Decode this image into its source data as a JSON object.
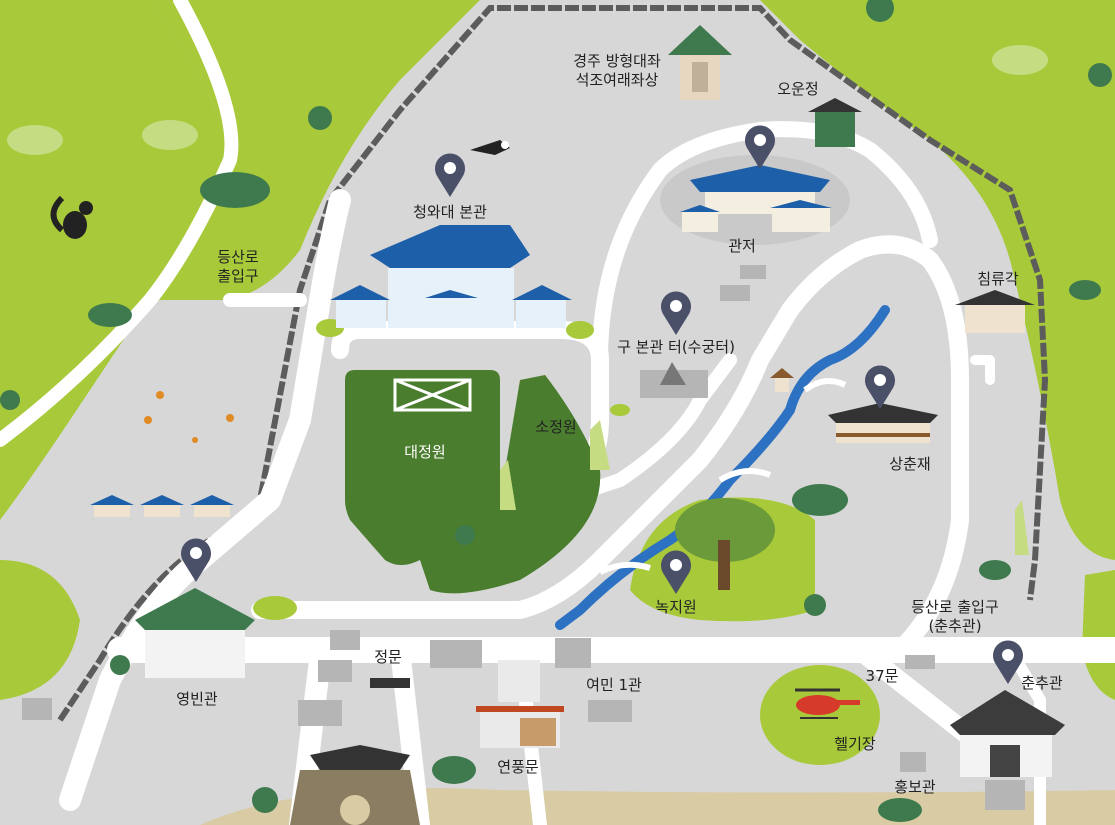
{
  "map": {
    "colors": {
      "grass": "#a8c93a",
      "garden": "#4a7d2e",
      "ground": "#d7d7d7",
      "road": "#ffffff",
      "wall": "#5c5c5c",
      "water": "#2d71c2",
      "pin": "#4a5068",
      "roof_blue": "#1d5fa8",
      "roof_green": "#3f7a4e",
      "roof_dark": "#3c3c3c",
      "sand": "#d9cba4"
    },
    "labels": {
      "seokjoyeorae": "경주 방형대좌\n석조여래좌상",
      "oun_jeong": "오운정",
      "main_building": "청와대 본관",
      "gwanjeo": "관저",
      "trail_entrance_left": "등산로\n출입구",
      "chimnyugak": "침류각",
      "old_main_site": "구 본관 터(수궁터)",
      "daejeongwon": "대정원",
      "sojeongwon": "소정원",
      "sangchunjae": "상춘재",
      "nokjiwon": "녹지원",
      "trail_entrance_right": "등산로 출입구\n(춘추관)",
      "main_gate": "정문",
      "yeomin": "여민 1관",
      "gate37": "37문",
      "chunchugwan": "춘추관",
      "yeongbingwan": "영빈관",
      "yeonpungmun": "연풍문",
      "heliport": "헬기장",
      "pr_hall": "홍보관"
    },
    "pins": [
      {
        "id": "pin-main-building",
        "icon": "location-pin-icon"
      },
      {
        "id": "pin-gwanjeo",
        "icon": "location-pin-icon"
      },
      {
        "id": "pin-old-main-site",
        "icon": "location-pin-icon"
      },
      {
        "id": "pin-sangchunjae",
        "icon": "location-pin-icon"
      },
      {
        "id": "pin-nokjiwon",
        "icon": "location-pin-icon"
      },
      {
        "id": "pin-yeongbingwan",
        "icon": "location-pin-icon"
      },
      {
        "id": "pin-chunchugwan",
        "icon": "location-pin-icon"
      }
    ]
  }
}
